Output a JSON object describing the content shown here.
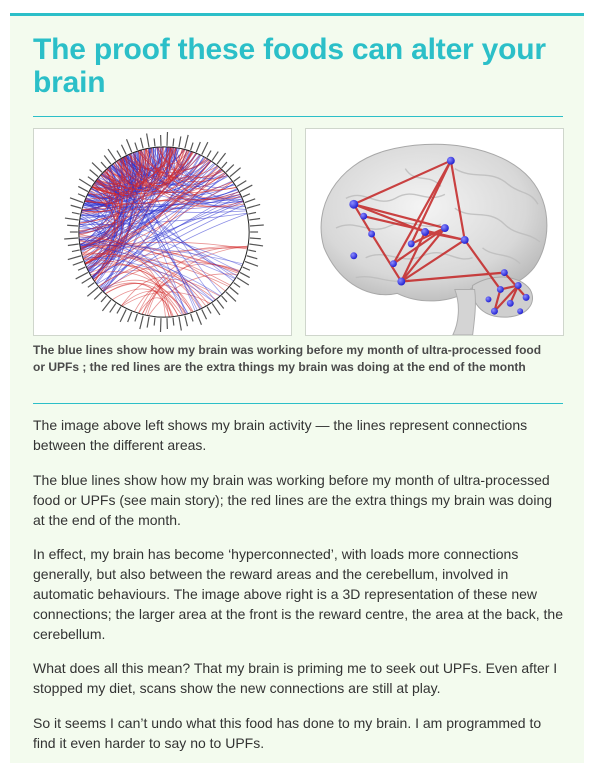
{
  "article": {
    "title": "The proof these foods can alter your brain",
    "caption": "The blue lines show how my brain was working before my month of ultra-processed food or UPFs ; the red lines are the extra things my brain was doing at the end of the month",
    "paragraphs": [
      "The image above left shows my brain activity — the lines represent connections between the different areas.",
      "The blue lines show how my brain was working before my month of ultra-processed food or UPFs (see main story); the red lines are the extra things my brain was doing at the end of the month.",
      "In effect, my brain has become ‘hyperconnected’, with loads more connections generally, but also between the reward areas and the cerebellum, involved in automatic behaviours. The image above right is a 3D representation of these new connections; the larger area at the front is the reward centre, the area at the back, the cerebellum.",
      "What does all this mean? That my brain is priming me to seek out UPFs. Even after I stopped my diet, scans show the new connections are still at play.",
      "So it seems I can’t undo what this food has done to my brain. I am programmed to find it even harder to say no to UPFs."
    ]
  },
  "colors": {
    "accent": "#2bbfc8",
    "panel_background": "#f3fbee",
    "before_lines": "#2a2fd0",
    "after_lines": "#d42a2a"
  }
}
